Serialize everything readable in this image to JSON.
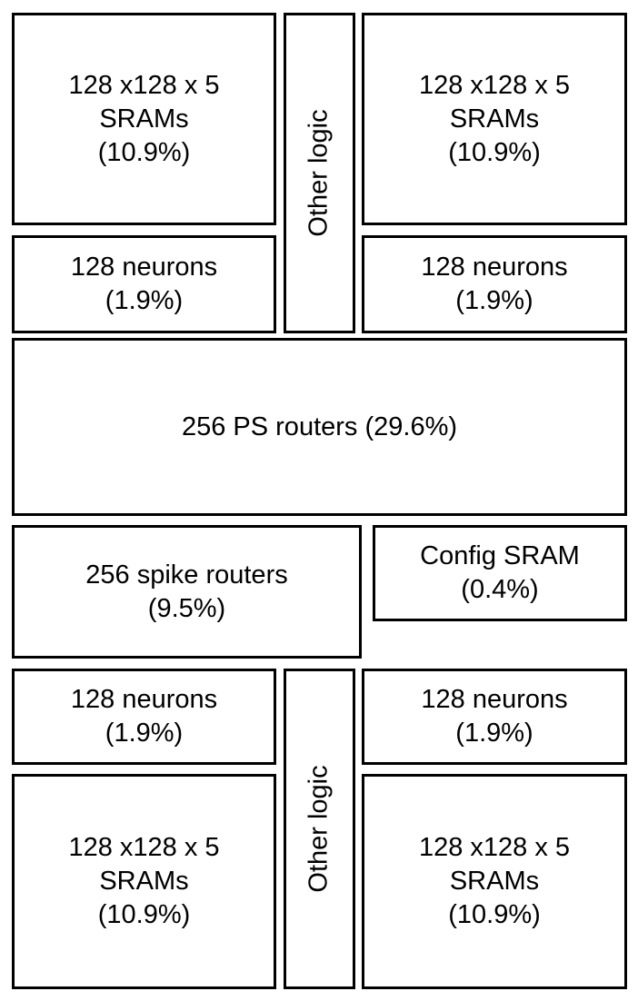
{
  "diagram": {
    "colors": {
      "background": "#ffffff",
      "border": "#000000",
      "text": "#000000"
    },
    "blocks": {
      "sram_top_left": {
        "line1": "128 x128 x 5",
        "line2": "SRAMs",
        "line3": "(10.9%)"
      },
      "neurons_top_left": {
        "line1": "128 neurons",
        "line2": "(1.9%)"
      },
      "other_logic_top": {
        "line1": "Other logic"
      },
      "sram_top_right": {
        "line1": "128 x128 x 5",
        "line2": "SRAMs",
        "line3": "(10.9%)"
      },
      "neurons_top_right": {
        "line1": "128 neurons",
        "line2": "(1.9%)"
      },
      "ps_routers": {
        "line1": "256 PS routers (29.6%)"
      },
      "spike_routers": {
        "line1": "256 spike routers",
        "line2": "(9.5%)"
      },
      "config_sram": {
        "line1": "Config SRAM",
        "line2": "(0.4%)"
      },
      "neurons_bottom_left": {
        "line1": "128 neurons",
        "line2": "(1.9%)"
      },
      "other_logic_bottom": {
        "line1": "Other logic"
      },
      "neurons_bottom_right": {
        "line1": "128 neurons",
        "line2": "(1.9%)"
      },
      "sram_bottom_left": {
        "line1": "128 x128 x 5",
        "line2": "SRAMs",
        "line3": "(10.9%)"
      },
      "sram_bottom_right": {
        "line1": "128 x128 x 5",
        "line2": "SRAMs",
        "line3": "(10.9%)"
      }
    }
  }
}
